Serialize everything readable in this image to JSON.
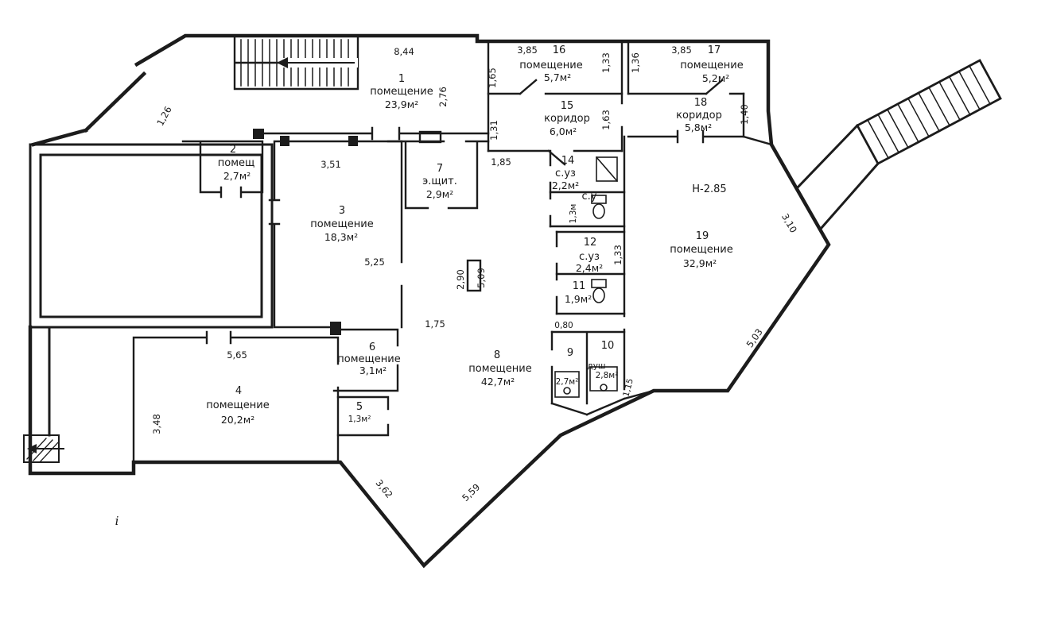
{
  "rooms": {
    "r1": {
      "number": "1",
      "label": "помещение",
      "area": "23,9м²"
    },
    "r2": {
      "number": "2",
      "label": "помещ",
      "area": "2,7м²"
    },
    "r3": {
      "number": "3",
      "label": "помещение",
      "area": "18,3м²"
    },
    "r4": {
      "number": "4",
      "label": "помещение",
      "area": "20,2м²"
    },
    "r5": {
      "number": "5",
      "area": "1,3м²"
    },
    "r6": {
      "number": "6",
      "label": "помещение",
      "area": "3,1м²"
    },
    "r7": {
      "number": "7",
      "label": "э.щит.",
      "area": "2,9м²"
    },
    "r8": {
      "number": "8",
      "label": "помещение",
      "area": "42,7м²"
    },
    "r9": {
      "number": "9",
      "area": "2,7м²"
    },
    "r10": {
      "number": "10",
      "label": "душ",
      "area": "2,8м²"
    },
    "r11": {
      "number": "11",
      "area": "1,9м²"
    },
    "r12": {
      "number": "12",
      "label": "с.уз",
      "area": "2,4м²"
    },
    "r13": {
      "label": "с.у",
      "area": "1,3м"
    },
    "r14": {
      "number": "14",
      "label": "с.уз",
      "area": "2,2м²"
    },
    "r15": {
      "number": "15",
      "label": "коридор",
      "area": "6,0м²"
    },
    "r16": {
      "number": "16",
      "label": "помещение",
      "area": "5,7м²"
    },
    "r17": {
      "number": "17",
      "label": "помещение",
      "area": "5,2м²"
    },
    "r18": {
      "number": "18",
      "label": "коридор",
      "area": "5,8м²"
    },
    "r19": {
      "number": "19",
      "label": "помещение",
      "area": "32,9м²"
    }
  },
  "dimensions": {
    "d844": "8,44",
    "d276": "2,76",
    "d126": "1,26",
    "d165": "1,65",
    "d385a": "3,85",
    "d133a": "1,33",
    "d136": "1,36",
    "d385b": "3,85",
    "d140": "1,40",
    "d163": "1,63",
    "d131": "1,31",
    "d185": "1,85",
    "d351": "3,51",
    "d525": "5,25",
    "d290": "2,90",
    "d509": "5,09",
    "d175": "1,75",
    "d565": "5,65",
    "d348": "3,48",
    "d133b": "1,33",
    "d080": "0,80",
    "d115": "1,15",
    "d362": "3,62",
    "d559": "5,59",
    "d503": "5,03",
    "d310": "3,10"
  },
  "notes": {
    "height": "Н-2.85",
    "mark": "i"
  }
}
